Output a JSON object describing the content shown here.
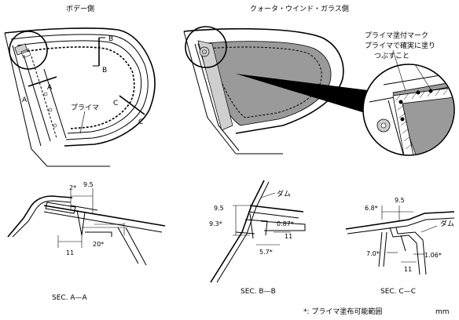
{
  "titles": {
    "body_side": "ボデー側",
    "glass_side": "クォータ・ウインド・ガラス側"
  },
  "callout": {
    "line1": "プライマ塗付マーク",
    "line2": "プライマで確実に塗り",
    "line3": "つぶすこと"
  },
  "body_labels": {
    "primer": "プライマ",
    "A1": "A",
    "A2": "A",
    "B1": "B",
    "B2": "B",
    "C1": "C",
    "C2": "C"
  },
  "sec_aa": {
    "label": "SEC. A—A",
    "d1": "2*",
    "d2": "9.5",
    "d3": "11",
    "d4": "20*"
  },
  "sec_bb": {
    "label": "SEC. B—B",
    "dam": "ダム",
    "d1": "9.5",
    "d2": "9.3*",
    "d3": "0.87*",
    "d4": "11",
    "d5": "5.7*"
  },
  "sec_cc": {
    "label": "SEC. C—C",
    "dam": "ダム",
    "d1": "6.8*",
    "d2": "9.5",
    "d3": "7.0*",
    "d4": "1.06*",
    "d5": "11"
  },
  "footnote": "*: プライマ塗布可能範囲",
  "unit": "mm"
}
